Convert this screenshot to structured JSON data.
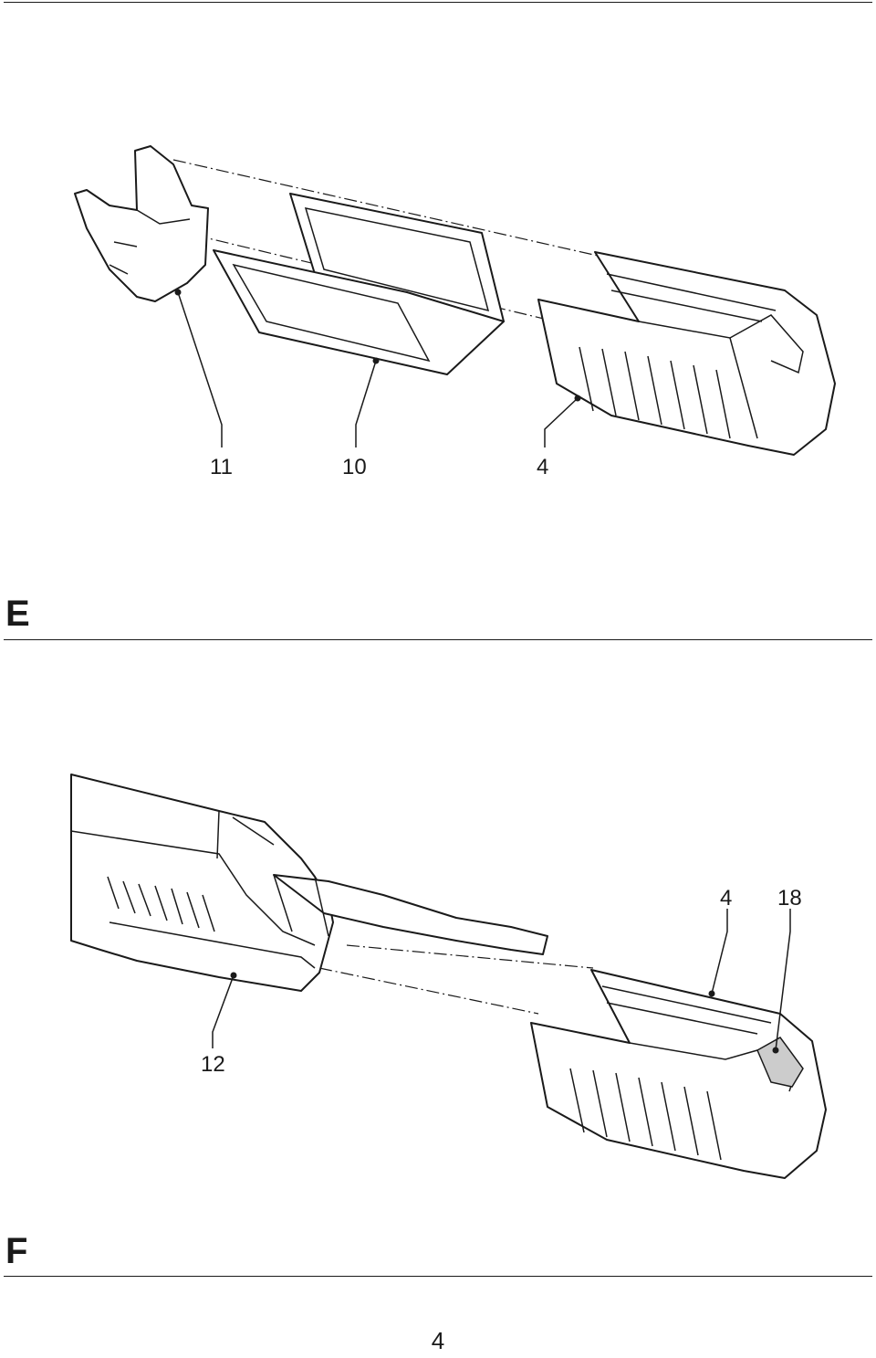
{
  "figure_e": {
    "letter": "E",
    "callouts": [
      "11",
      "10",
      "4"
    ]
  },
  "figure_f": {
    "letter": "F",
    "callouts": [
      "4",
      "18",
      "12"
    ]
  },
  "page": {
    "number": "4"
  },
  "colors": {
    "line": "#1a1a1a",
    "highlight_part": "#cccccc"
  }
}
